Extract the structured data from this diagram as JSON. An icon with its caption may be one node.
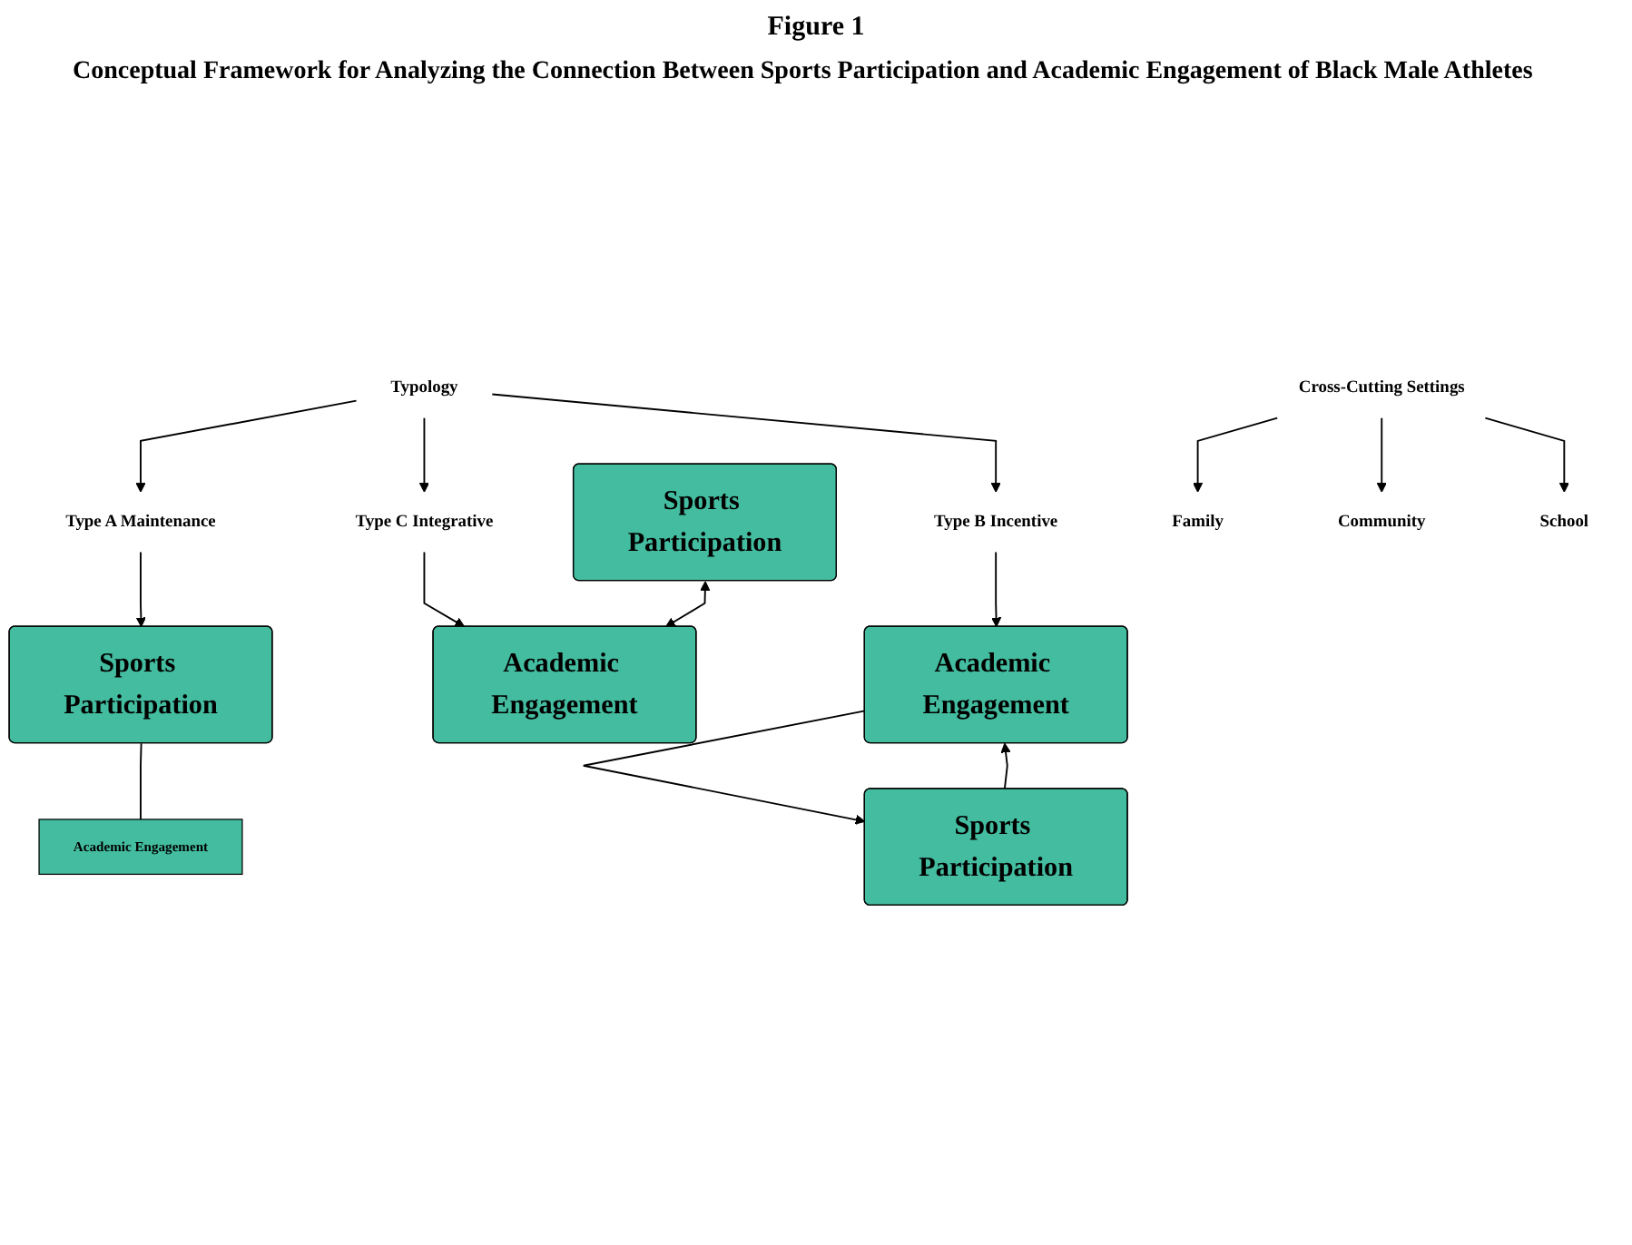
{
  "diagram": {
    "title": "Figure 1",
    "caption": "Conceptual Framework for Analyzing the Connection Between Sports Participation and Academic Engagement of Black Male Athletes",
    "nodes": [
      {
        "text": [
          "Typology"
        ]
      },
      {
        "text": [
          "Type A Maintenance"
        ]
      },
      {
        "text": [
          "Type B Incentive"
        ]
      },
      {
        "text": [
          "Type C Integrative"
        ]
      },
      {
        "text": [
          "Sports Participation"
        ]
      },
      {
        "text": [
          "Academic Engagement"
        ]
      },
      {
        "text": [
          "Sports Participation"
        ]
      },
      {
        "text": [
          "Academic Engagement"
        ]
      },
      {
        "text": [
          "Sports Participation"
        ]
      },
      {
        "text": [
          "Academic Engagement"
        ]
      },
      {
        "text": [
          "Cross-Cutting Settings"
        ]
      },
      {
        "text": [
          "Family"
        ]
      },
      {
        "text": [
          "Community"
        ]
      },
      {
        "text": [
          "School"
        ]
      }
    ],
    "edges": [
      {
        "from": 0,
        "to": 1,
        "arrow": "to"
      },
      {
        "from": 0,
        "to": 2,
        "arrow": "to"
      },
      {
        "from": 0,
        "to": 3,
        "arrow": "to"
      },
      {
        "from": 1,
        "to": 4,
        "arrow": "to"
      },
      {
        "from": 4,
        "to": 5,
        "arrow": "none"
      },
      {
        "from": 3,
        "to": 7,
        "arrow": "to"
      },
      {
        "from": 6,
        "to": 7,
        "arrow": "both"
      },
      {
        "from": 2,
        "to": 9,
        "arrow": "to"
      },
      {
        "from": 8,
        "to": 9,
        "arrow": "to"
      },
      {
        "from": 9,
        "to": 8,
        "arrow": "to"
      },
      {
        "from": 10,
        "to": 11,
        "arrow": "to"
      },
      {
        "from": 10,
        "to": 12,
        "arrow": "to"
      },
      {
        "from": 10,
        "to": 13,
        "arrow": "to"
      }
    ]
  }
}
